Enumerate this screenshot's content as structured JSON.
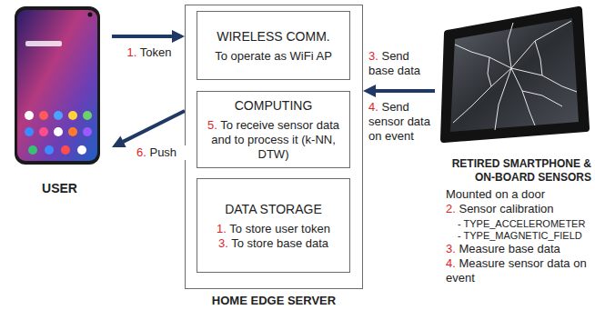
{
  "diagram": {
    "nodes": [
      {
        "text": [
          "USER"
        ]
      },
      {
        "text": [
          "HOME EDGE SERVER"
        ]
      },
      {
        "text": [
          "WIRELESS COMM.",
          "To operate as WiFi AP"
        ],
        "in": 1
      },
      {
        "text": [
          "COMPUTING",
          "5. To receive sensor data and to process it (k-NN, DTW)"
        ],
        "in": 1
      },
      {
        "text": [
          "DATA STORAGE",
          "1. To store user token",
          "3. To store base data"
        ],
        "in": 1
      },
      {
        "text": [
          "RETIRED SMARTPHONE & ON-BOARD SENSORS"
        ]
      }
    ],
    "edges": [
      {
        "from": 0,
        "to": 1,
        "arrow": "to",
        "label": "1. Token"
      },
      {
        "from": 1,
        "to": 0,
        "arrow": "to",
        "label": "6. Push"
      },
      {
        "from": 5,
        "to": 1,
        "arrow": "to",
        "label": "3. Send base data"
      }
    ],
    "labels": [
      "4. Send sensor data on event",
      "Mounted on a door",
      "2. Sensor calibration",
      "- TYPE_ACCELEROMETER",
      "- TYPE_MAGNETIC_FIELD",
      "3. Measure base data",
      "4. Measure sensor data on event"
    ]
  }
}
